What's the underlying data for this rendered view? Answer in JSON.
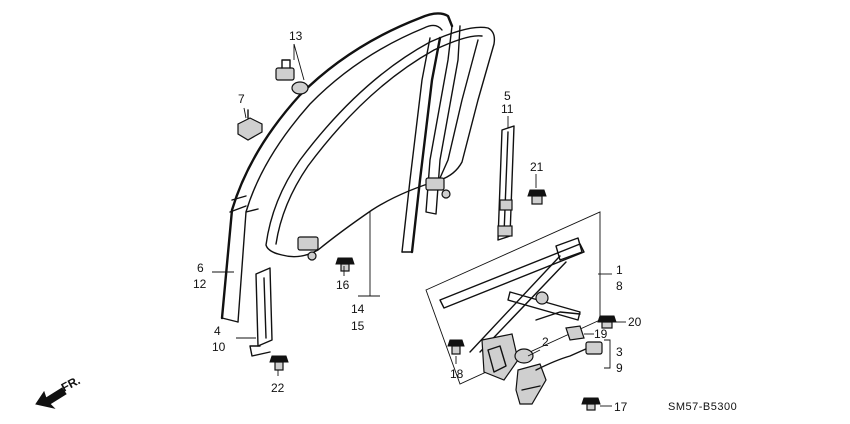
{
  "diagram": {
    "code": "SM57-B5300",
    "direction": "FR.",
    "callouts": [
      {
        "id": "c13",
        "lines": [
          "13"
        ]
      },
      {
        "id": "c7",
        "lines": [
          "7"
        ]
      },
      {
        "id": "c5-11",
        "lines": [
          "5",
          "11"
        ]
      },
      {
        "id": "c21",
        "lines": [
          "21"
        ]
      },
      {
        "id": "c6-12",
        "lines": [
          "6",
          "12"
        ]
      },
      {
        "id": "c16",
        "lines": [
          "16"
        ]
      },
      {
        "id": "c14-15",
        "lines": [
          "14",
          "15"
        ]
      },
      {
        "id": "c1-8",
        "lines": [
          "1",
          "8"
        ]
      },
      {
        "id": "c20",
        "lines": [
          "20"
        ]
      },
      {
        "id": "c19",
        "lines": [
          "19"
        ]
      },
      {
        "id": "c2",
        "lines": [
          "2"
        ]
      },
      {
        "id": "c3-9",
        "lines": [
          "3",
          "9"
        ]
      },
      {
        "id": "c4-10",
        "lines": [
          "4",
          "10"
        ]
      },
      {
        "id": "c22",
        "lines": [
          "22"
        ]
      },
      {
        "id": "c18",
        "lines": [
          "18"
        ]
      },
      {
        "id": "c17",
        "lines": [
          "17"
        ]
      }
    ]
  }
}
